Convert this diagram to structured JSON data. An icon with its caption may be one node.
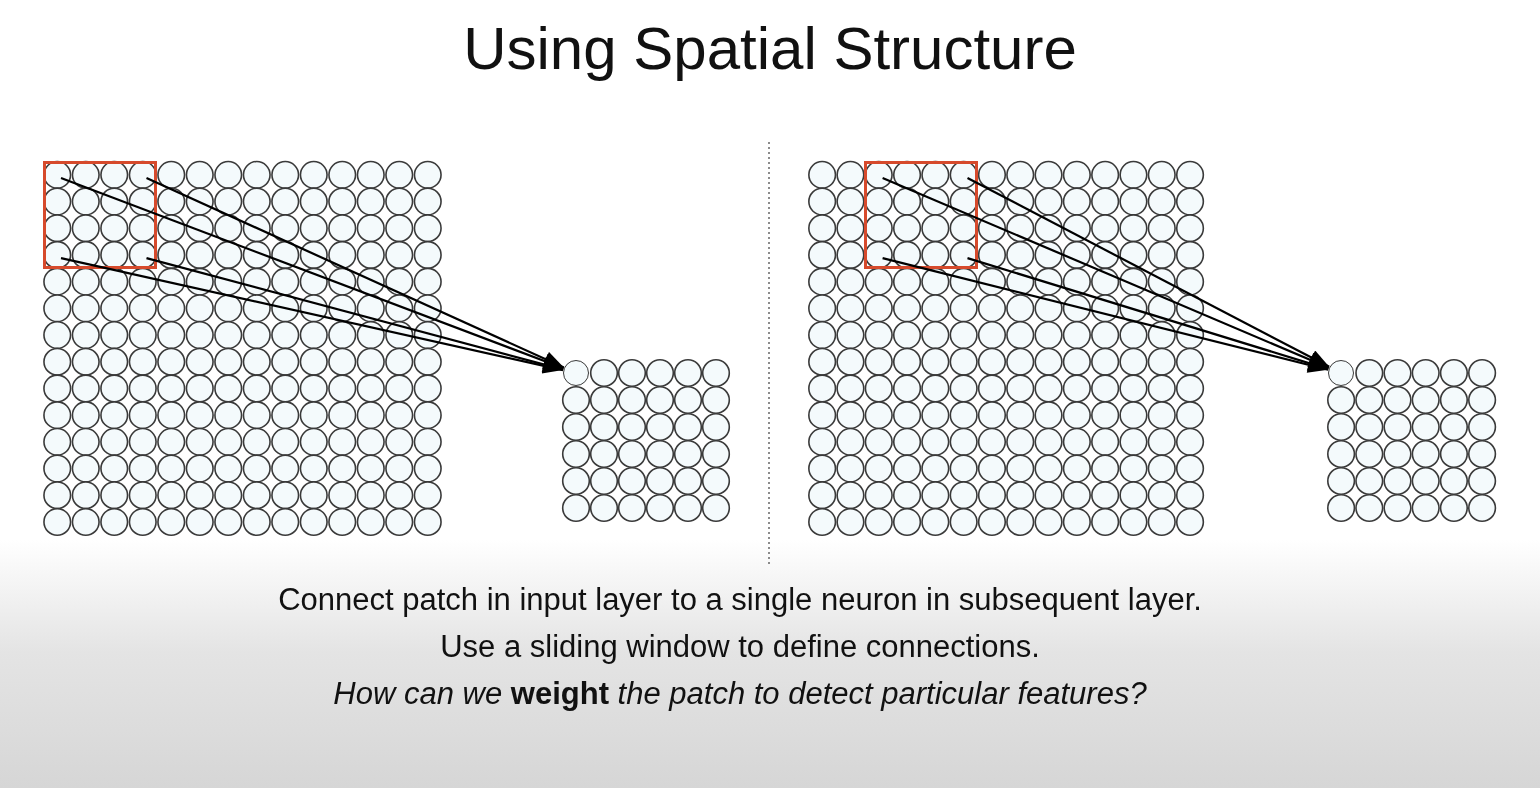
{
  "diagram": {
    "title": "Using Spatial Structure",
    "nodes": [
      {
        "text": [],
        "shape": "grid"
      },
      {
        "text": [],
        "shape": "box",
        "in": 0
      },
      {
        "text": [],
        "shape": "grid"
      },
      {
        "text": [],
        "shape": "circle",
        "in": 2
      },
      {
        "text": [],
        "shape": "grid"
      },
      {
        "text": [],
        "shape": "box",
        "in": 4
      },
      {
        "text": [],
        "shape": "grid"
      },
      {
        "text": [],
        "shape": "circle",
        "in": 6
      }
    ],
    "edges": [
      {
        "from": 1,
        "to": 3,
        "arrow": "to"
      },
      {
        "from": 1,
        "to": 3,
        "arrow": "to"
      },
      {
        "from": 1,
        "to": 3,
        "arrow": "to"
      },
      {
        "from": 1,
        "to": 3,
        "arrow": "to"
      },
      {
        "from": 5,
        "to": 7,
        "arrow": "to"
      },
      {
        "from": 5,
        "to": 7,
        "arrow": "to"
      },
      {
        "from": 5,
        "to": 7,
        "arrow": "to"
      },
      {
        "from": 5,
        "to": 7,
        "arrow": "to"
      }
    ],
    "labels": [
      "Connect patch in input layer to a single neuron in subsequent layer.",
      "Use a sliding window to define connections.",
      "How can we **weight** the patch to detect particular features?"
    ]
  }
}
